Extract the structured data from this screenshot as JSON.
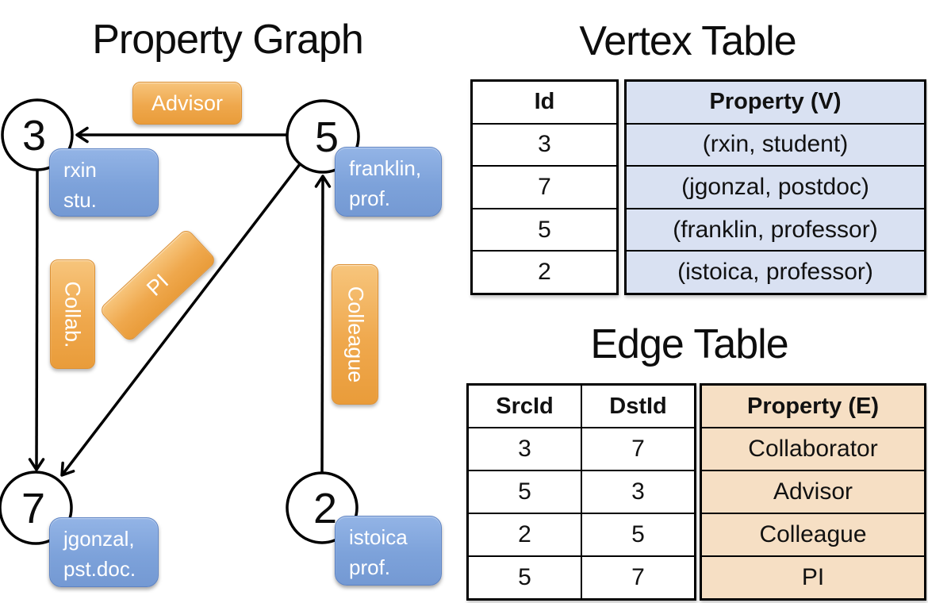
{
  "colors": {
    "edge_label_orange": "#efa84d",
    "vertex_box_blue": "#7d9fd6",
    "vertex_property_cell": "#d9e1f2",
    "edge_property_cell": "#f6dfc4"
  },
  "property_graph": {
    "title": "Property Graph",
    "nodes": [
      {
        "id": "3",
        "property_lines": [
          "rxin",
          "stu."
        ]
      },
      {
        "id": "5",
        "property_lines": [
          "franklin,",
          "prof."
        ]
      },
      {
        "id": "7",
        "property_lines": [
          "jgonzal,",
          "pst.doc."
        ]
      },
      {
        "id": "2",
        "property_lines": [
          "istoica",
          "prof."
        ]
      }
    ],
    "edge_labels": [
      {
        "label": "Advisor"
      },
      {
        "label": "Collab."
      },
      {
        "label": "PI"
      },
      {
        "label": "Colleague"
      }
    ]
  },
  "vertex_table": {
    "title": "Vertex Table",
    "headers": {
      "id": "Id",
      "property": "Property (V)"
    },
    "rows": [
      {
        "id": "3",
        "property": "(rxin, student)"
      },
      {
        "id": "7",
        "property": "(jgonzal, postdoc)"
      },
      {
        "id": "5",
        "property": "(franklin, professor)"
      },
      {
        "id": "2",
        "property": "(istoica, professor)"
      }
    ]
  },
  "edge_table": {
    "title": "Edge Table",
    "headers": {
      "src": "SrcId",
      "dst": "DstId",
      "property": "Property (E)"
    },
    "rows": [
      {
        "src": "3",
        "dst": "7",
        "property": "Collaborator"
      },
      {
        "src": "5",
        "dst": "3",
        "property": "Advisor"
      },
      {
        "src": "2",
        "dst": "5",
        "property": "Colleague"
      },
      {
        "src": "5",
        "dst": "7",
        "property": "PI"
      }
    ]
  }
}
